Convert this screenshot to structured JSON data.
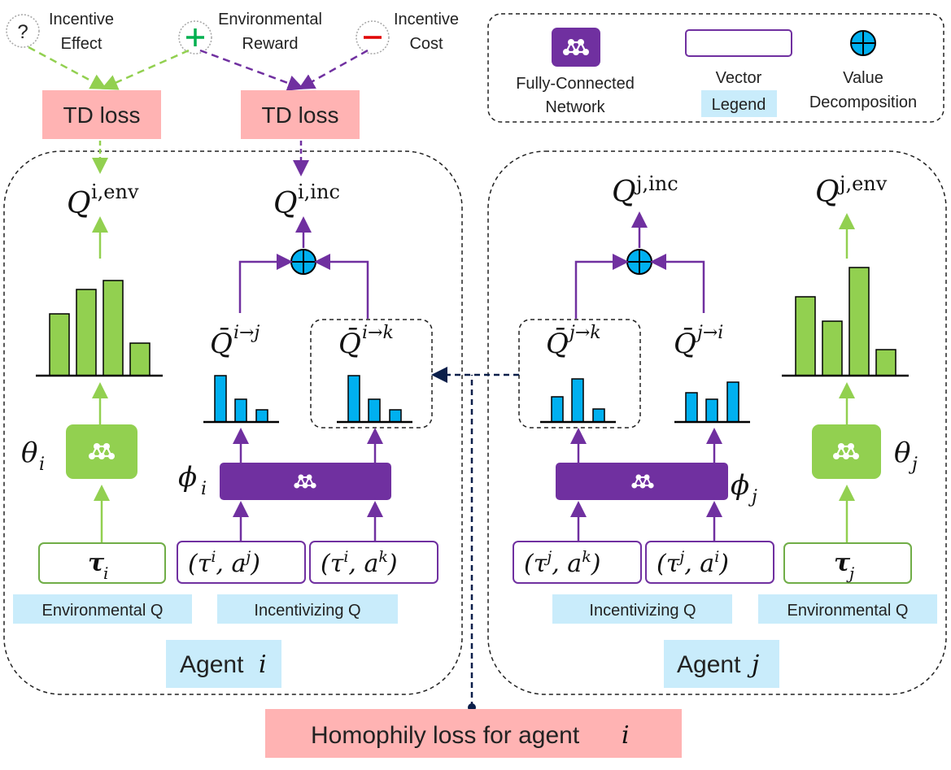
{
  "top_signals": {
    "incentive_effect": {
      "icon": "?",
      "line1": "Incentive",
      "line2": "Effect"
    },
    "environmental_reward": {
      "icon": "+",
      "line1": "Environmental",
      "line2": "Reward"
    },
    "incentive_cost": {
      "icon": "−",
      "line1": "Incentive",
      "line2": "Cost"
    }
  },
  "legend": {
    "fcn_line1": "Fully-Connected",
    "fcn_line2": "Network",
    "vector_label": "Vector",
    "legend_label": "Legend",
    "vd_line1": "Value",
    "vd_line2": "Decomposition"
  },
  "td_loss_left": "TD loss",
  "td_loss_right": "TD loss",
  "agent_i": {
    "q_env_base": "Q",
    "q_env_sup": "i,env",
    "q_inc_base": "Q",
    "q_inc_sup": "i,inc",
    "qbar_j_base": "Q̄",
    "qbar_j_sup": "i→j",
    "qbar_k_base": "Q̄",
    "qbar_k_sup": "i→k",
    "theta": "θ",
    "theta_sub": "i",
    "phi": "ϕ",
    "phi_sub": "i",
    "tau_base": "τ",
    "tau_sub": "i",
    "input_j": {
      "open": "(τ",
      "sup1": "i",
      "mid": ", a",
      "sup2": "j",
      "close": ")"
    },
    "input_k": {
      "open": "(τ",
      "sup1": "i",
      "mid": ", a",
      "sup2": "k",
      "close": ")"
    },
    "env_q_label": "Environmental Q",
    "inc_q_label": "Incentivizing Q",
    "title": "Agent",
    "title_var": "i"
  },
  "agent_j": {
    "q_inc_base": "Q",
    "q_inc_sup": "j,inc",
    "q_env_base": "Q",
    "q_env_sup": "j,env",
    "qbar_k_base": "Q̄",
    "qbar_k_sup": "j→k",
    "qbar_i_base": "Q̄",
    "qbar_i_sup": "j→i",
    "theta": "θ",
    "theta_sub": "j",
    "phi": "ϕ",
    "phi_sub": "j",
    "tau_base": "τ",
    "tau_sub": "j",
    "input_k": {
      "open": "(τ",
      "sup1": "j",
      "mid": ", a",
      "sup2": "k",
      "close": ")"
    },
    "input_i": {
      "open": "(τ",
      "sup1": "j",
      "mid": ", a",
      "sup2": "i",
      "close": ")"
    },
    "inc_q_label": "Incentivizing Q",
    "env_q_label": "Environmental Q",
    "title": "Agent",
    "title_var": "j"
  },
  "homophily": {
    "text": "Homophily loss for agent",
    "var": "i"
  },
  "colors": {
    "green": "#92d050",
    "green_line": "#70ad47",
    "purple": "#7030a0",
    "blue": "#00b0f0",
    "pink": "#ffb3b3",
    "light_blue": "#c9ecfb",
    "navy": "#0b1f4a"
  }
}
